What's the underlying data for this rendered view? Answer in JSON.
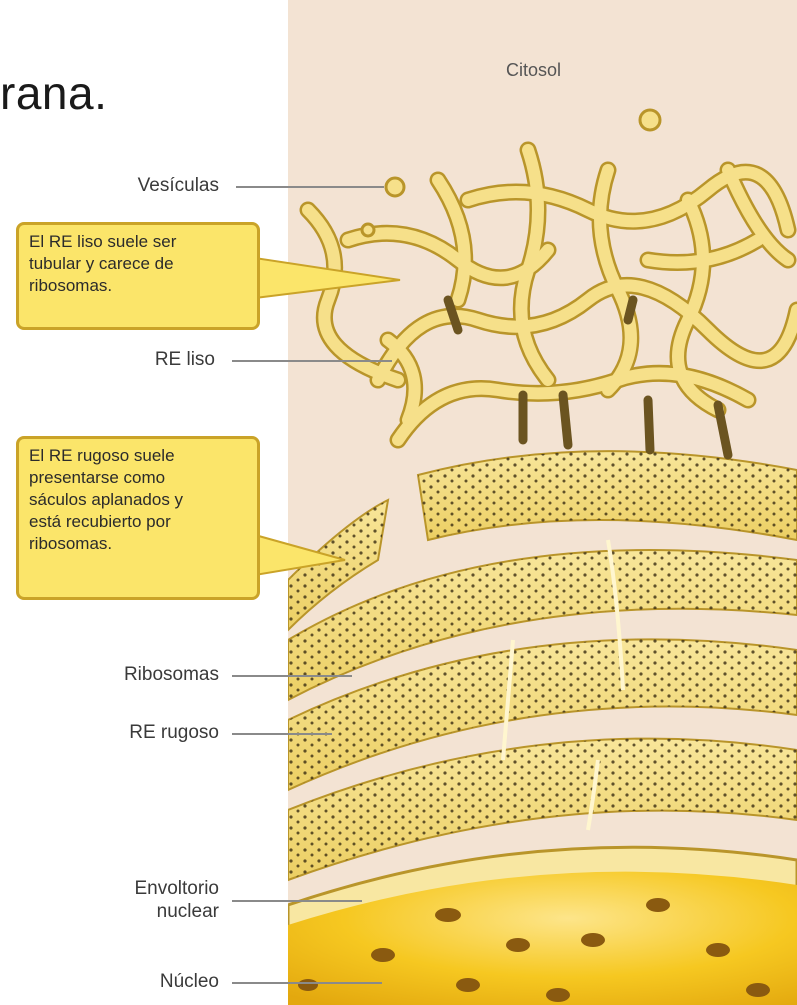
{
  "header": {
    "text": "rana."
  },
  "diagram": {
    "region_label": "Citosol",
    "labels": {
      "vesiculas": "Vesículas",
      "re_liso": "RE liso",
      "ribosomas": "Ribosomas",
      "re_rugoso": "RE rugoso",
      "envoltorio_line1": "Envoltorio",
      "envoltorio_line2": "nuclear",
      "nucleo": "Núcleo"
    },
    "callouts": {
      "smooth_er": [
        "El RE liso suele ser",
        "tubular y carece de",
        "ribosomas."
      ],
      "rough_er": [
        "El RE rugoso suele",
        "presentarse como",
        "sáculos aplanados y",
        "está recubierto por",
        "ribosomas."
      ]
    }
  },
  "colors": {
    "cytosol": "#f3e3d3",
    "membrane": "#f4dc76",
    "membrane_edge": "#b9952a",
    "nucleus": "#f5c518",
    "callout_fill": "#fbe56a",
    "callout_border": "#caa328",
    "ribosome": "#3a2d12"
  }
}
